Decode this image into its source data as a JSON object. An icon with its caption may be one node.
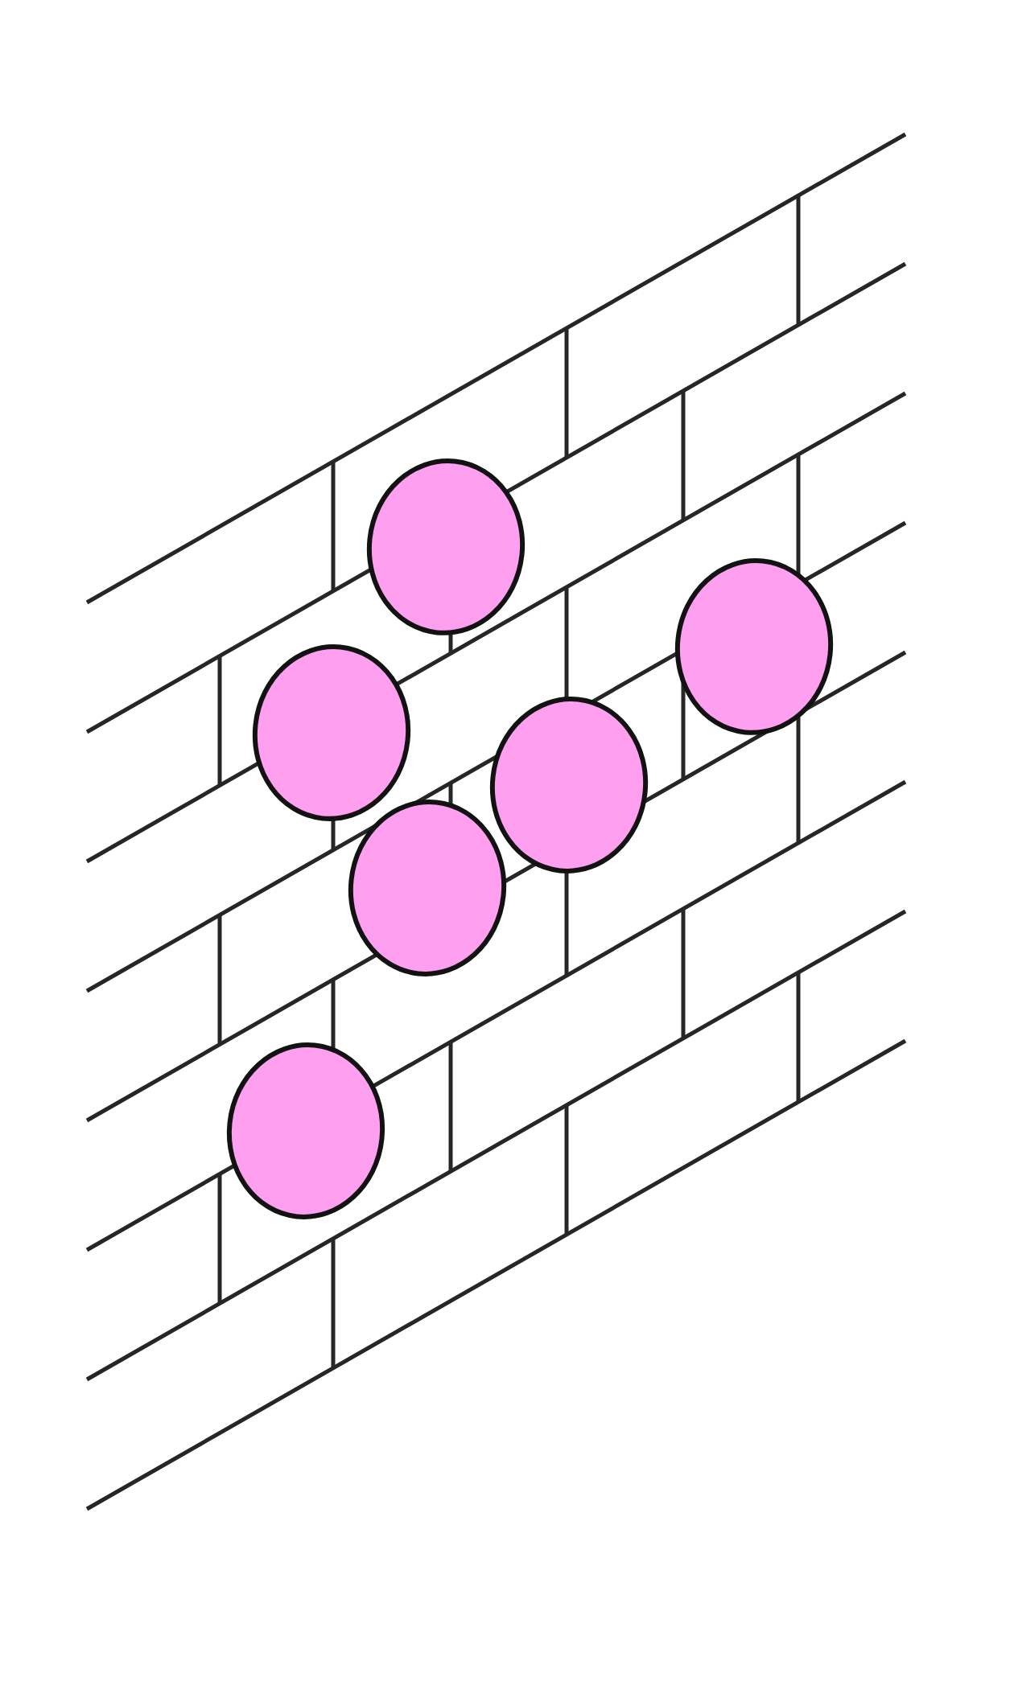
{
  "diagram": {
    "nodes": [
      {
        "text": [],
        "shape": "circle"
      },
      {
        "text": [],
        "shape": "circle"
      },
      {
        "text": [],
        "shape": "circle"
      },
      {
        "text": [],
        "shape": "circle"
      },
      {
        "text": [],
        "shape": "circle"
      },
      {
        "text": [],
        "shape": "circle"
      }
    ]
  }
}
